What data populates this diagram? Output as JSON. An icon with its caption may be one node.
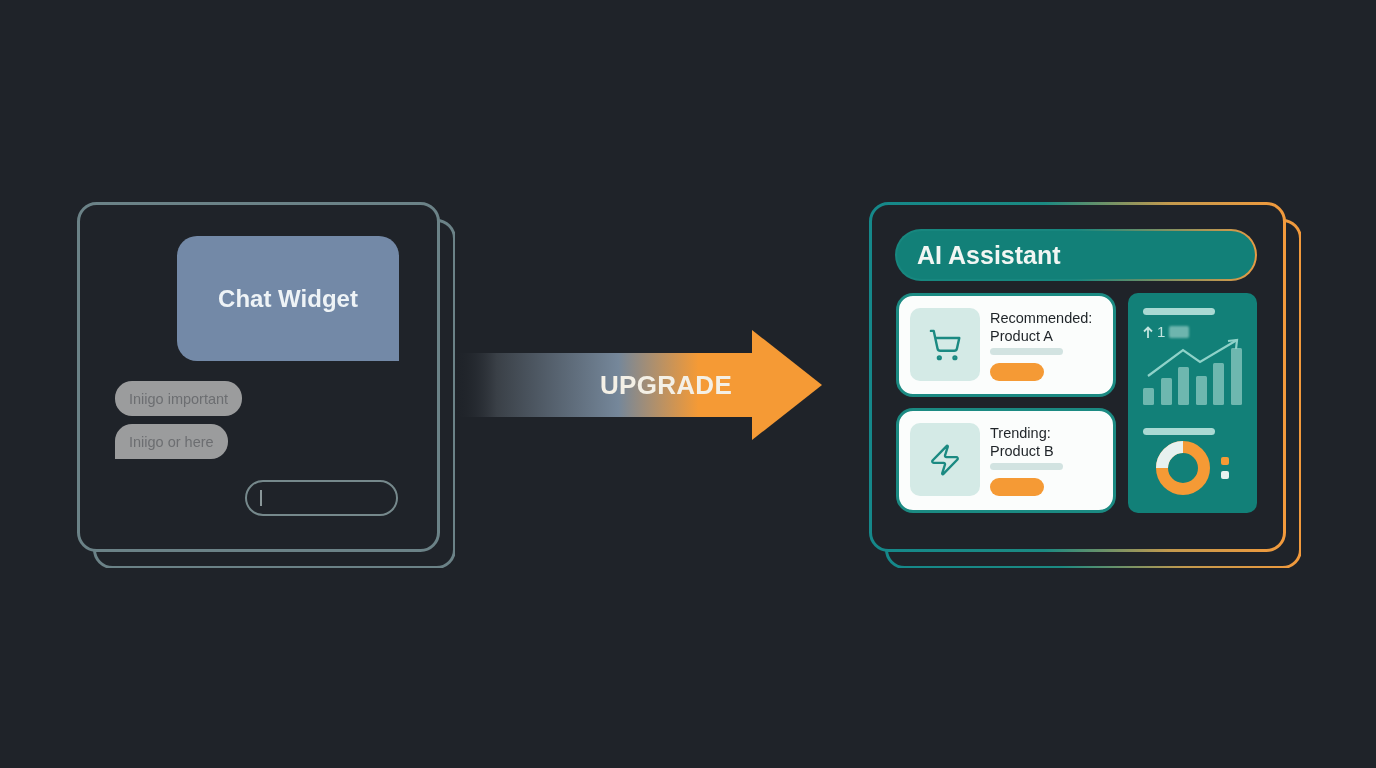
{
  "diagram": {
    "nodes": [
      {
        "text": [],
        "shape": "box"
      },
      {
        "text": [
          "Chat Widget"
        ],
        "in": 0
      },
      {
        "text": [
          "Iniigo important"
        ],
        "in": 0
      },
      {
        "text": [
          "Iniigo or here"
        ],
        "in": 0
      },
      {
        "text": [],
        "shape": "box"
      },
      {
        "text": [
          "AI Assistant"
        ],
        "in": 4
      },
      {
        "text": [
          "Recommended: Product A"
        ],
        "in": 4
      },
      {
        "text": [
          "Trending: Product B"
        ],
        "in": 4
      }
    ],
    "edges": [
      {
        "from": 0,
        "to": 4,
        "arrow": "to",
        "label": "UPGRADE"
      }
    ],
    "labels": [
      "1"
    ]
  }
}
